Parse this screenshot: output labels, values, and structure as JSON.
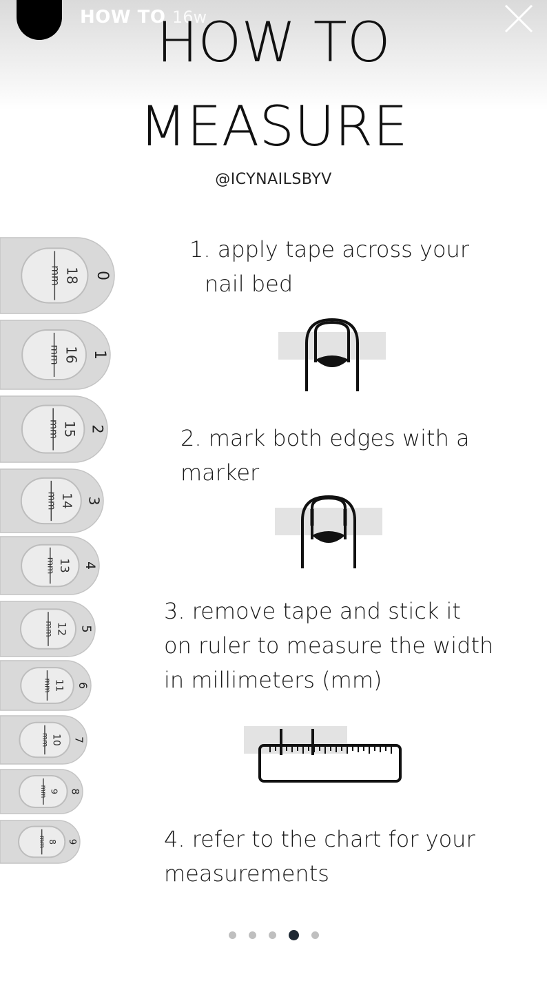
{
  "story": {
    "title": "HOW TO",
    "age": "16w"
  },
  "heading": {
    "line1": "HOW TO",
    "line2": "MEASURE",
    "handle": "@ICYNAILSBYV"
  },
  "steps": [
    {
      "line1": "1. apply tape across your",
      "line2": "nail bed",
      "line3": ""
    },
    {
      "line1": "2. mark both edges with a",
      "line2": "marker",
      "line3": ""
    },
    {
      "line1": "3. remove tape and stick it",
      "line2": "on ruler to measure the width",
      "line3": "in millimeters (mm)"
    },
    {
      "line1": "4. refer to the chart for your",
      "line2": "measurements",
      "line3": ""
    }
  ],
  "nail_chart": [
    {
      "size": "0",
      "mm": "18",
      "unit": "mm"
    },
    {
      "size": "1",
      "mm": "16",
      "unit": "mm"
    },
    {
      "size": "2",
      "mm": "15",
      "unit": "mm"
    },
    {
      "size": "3",
      "mm": "14",
      "unit": "mm"
    },
    {
      "size": "4",
      "mm": "13",
      "unit": "mm"
    },
    {
      "size": "5",
      "mm": "12",
      "unit": "mm"
    },
    {
      "size": "6",
      "mm": "11",
      "unit": "mm"
    },
    {
      "size": "7",
      "mm": "10",
      "unit": "mm"
    },
    {
      "size": "8",
      "mm": "9",
      "unit": "mm"
    },
    {
      "size": "9",
      "mm": "8",
      "unit": "mm"
    }
  ],
  "pagination": {
    "total": 5,
    "active": 4
  },
  "icons": {
    "close": "close-icon",
    "avatar": "avatar"
  },
  "colors": {
    "dot_active": "#1e2833",
    "dot_inactive": "#bfbfbf",
    "tape": "#e3e3e3"
  }
}
